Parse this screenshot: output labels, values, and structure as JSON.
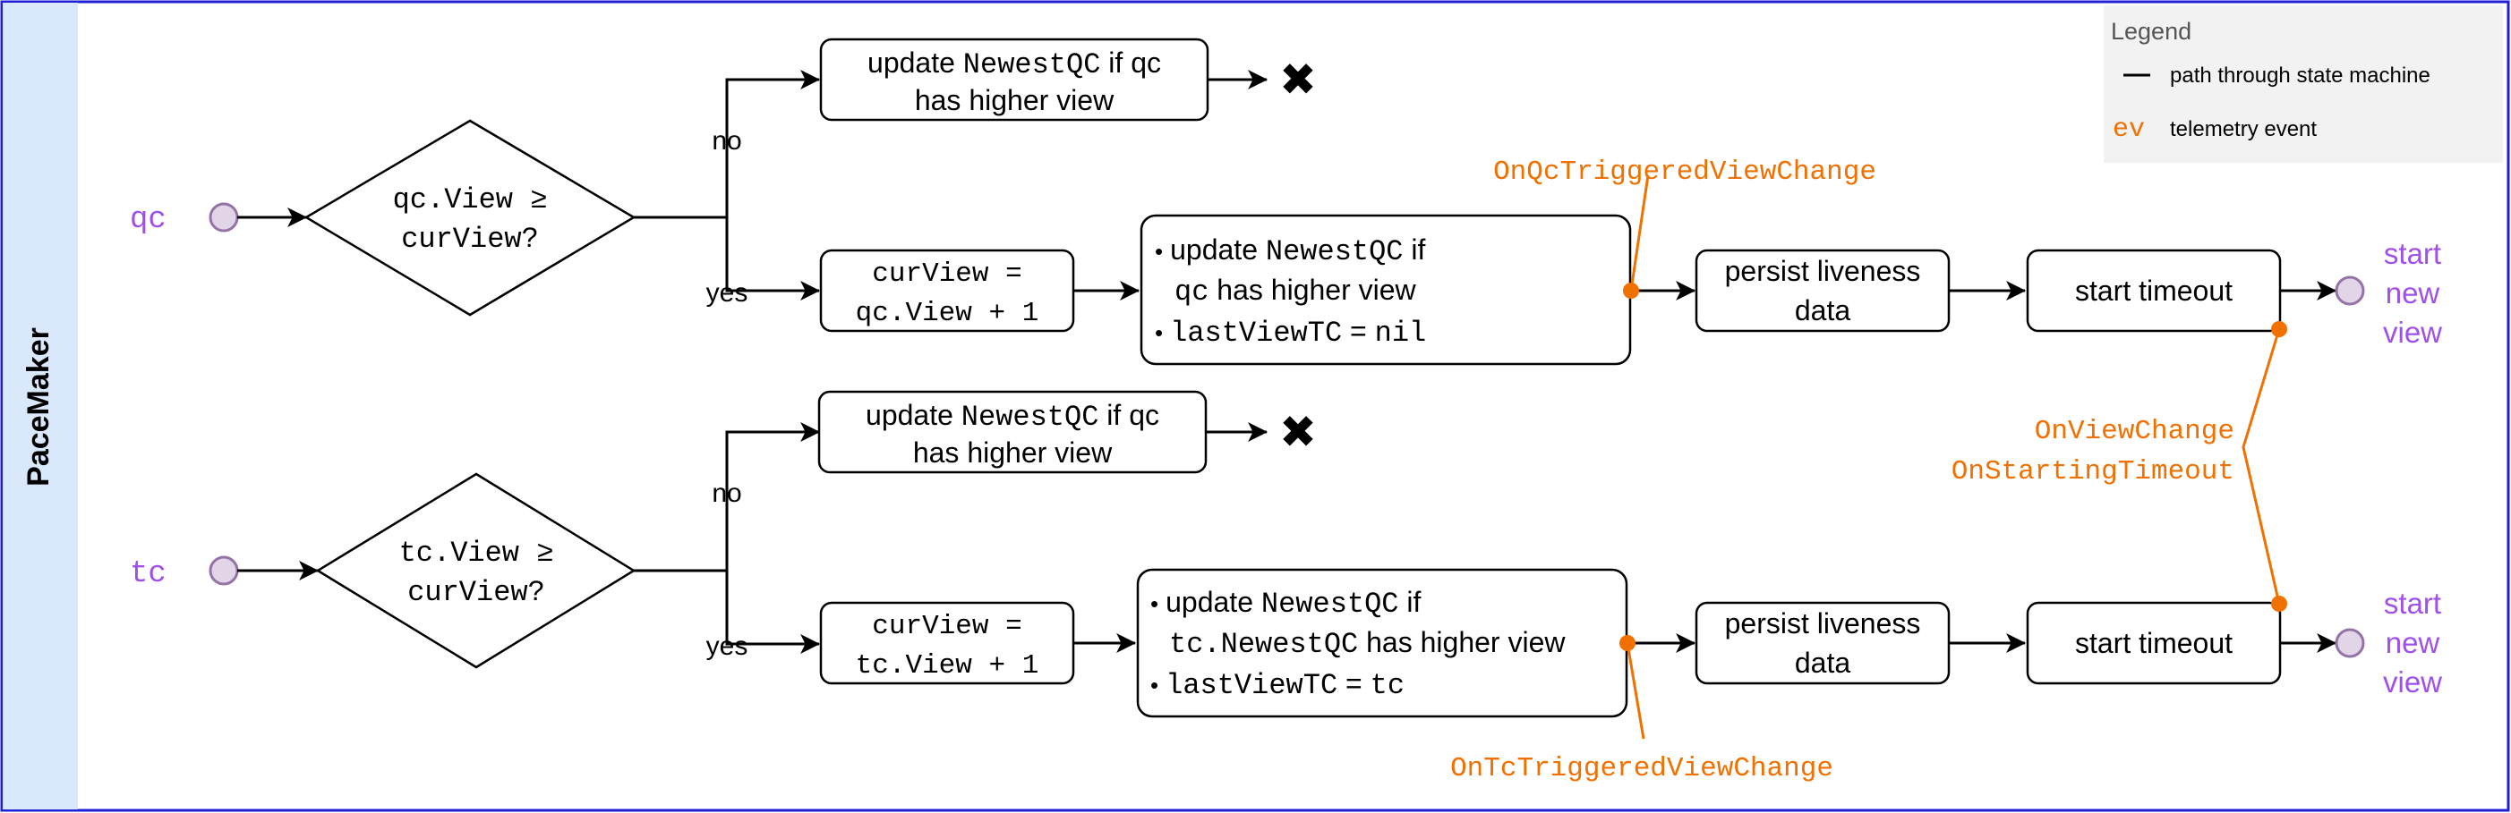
{
  "swimlane": {
    "title": "PaceMaker"
  },
  "inputs": {
    "qc": "qc",
    "tc": "tc"
  },
  "decisions": {
    "qc": {
      "line1": "qc.View ≥",
      "line2": "curView?"
    },
    "tc": {
      "line1": "tc.View ≥",
      "line2": "curView?"
    }
  },
  "branch_labels": {
    "no": "no",
    "yes": "yes"
  },
  "reject_boxes": {
    "qc": {
      "pre": "update ",
      "code": "NewestQC",
      "post": " if qc",
      "line2": "has higher view"
    },
    "tc": {
      "pre": "update ",
      "code": "NewestQC",
      "post": " if qc",
      "line2": "has higher view"
    }
  },
  "reject_marks": {
    "qc": "✖",
    "tc": "✖"
  },
  "curview_boxes": {
    "qc": {
      "line1": "curView =",
      "line2": "qc.View + 1"
    },
    "tc": {
      "line1": "curView =",
      "line2": "tc.View + 1"
    }
  },
  "update_boxes": {
    "qc": {
      "bullet": "•",
      "l1_pre": "update ",
      "l1_code": "NewestQC",
      "l1_post": " if",
      "l2_code": "qc",
      "l2_post": " has higher view",
      "l3_code1": "lastViewTC",
      "l3_eq": " = ",
      "l3_code2": "nil"
    },
    "tc": {
      "bullet": "•",
      "l1_pre": "update ",
      "l1_code": "NewestQC",
      "l1_post": " if",
      "l2_code": "tc.NewestQC",
      "l2_post": " has higher view",
      "l3_code1": "lastViewTC",
      "l3_eq": " = ",
      "l3_code2": "tc"
    }
  },
  "persist_boxes": {
    "qc": {
      "line1": "persist liveness",
      "line2": "data"
    },
    "tc": {
      "line1": "persist liveness",
      "line2": "data"
    }
  },
  "timeout_boxes": {
    "qc": "start timeout",
    "tc": "start timeout"
  },
  "outputs": {
    "qc": {
      "l1": "start",
      "l2": "new",
      "l3": "view"
    },
    "tc": {
      "l1": "start",
      "l2": "new",
      "l3": "view"
    }
  },
  "telemetry": {
    "qc_triggered": "OnQcTriggeredViewChange",
    "tc_triggered": "OnTcTriggeredViewChange",
    "view_change": "OnViewChange",
    "starting_timeout": "OnStartingTimeout"
  },
  "legend": {
    "title": "Legend",
    "path_symbol": "—",
    "path_label": "path through state machine",
    "event_symbol": "ev",
    "event_label": "telemetry event"
  },
  "colors": {
    "frame": "#2020d8",
    "swimlane_fill": "#dae8fc",
    "accent_purple": "#a050e8",
    "telemetry_orange": "#f07000",
    "terminal_fill": "#e1d5e7",
    "terminal_stroke": "#9673a6",
    "legend_fill": "#f2f2f2"
  }
}
